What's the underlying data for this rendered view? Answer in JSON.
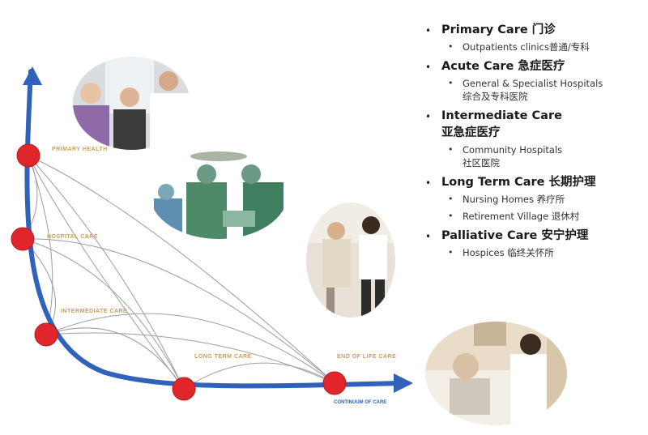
{
  "categories": [
    {
      "title": "Primary Care 门诊",
      "subs": [
        "Outpatients clinics普通/专科"
      ]
    },
    {
      "title": "Acute Care 急症医疗",
      "subs": [
        "General  & Specialist Hospitals\n综合及专科医院"
      ]
    },
    {
      "title": "Intermediate Care\n亚急症医疗",
      "subs": [
        "Community Hospitals\n社区医院"
      ]
    },
    {
      "title": "Long Term Care 长期护理",
      "subs": [
        "Nursing Homes 养疗所",
        "Retirement Village 退休村"
      ]
    },
    {
      "title": "Palliative Care 安宁护理",
      "subs": [
        "Hospices 临终关怀所"
      ]
    }
  ],
  "nodes": {
    "primary": "PRIMARY HEALTH",
    "hospital": "HOSPITAL CARE",
    "intermediate": "INTERMEDIATE CARE",
    "long_term": "LONG TERM CARE",
    "end_of_life": "END OF LIFE CARE"
  },
  "axis_label": "CONTINUUM OF CARE",
  "colors": {
    "axis": "#2f62b8",
    "node": "#e0262b",
    "label": "#c9a24a"
  }
}
